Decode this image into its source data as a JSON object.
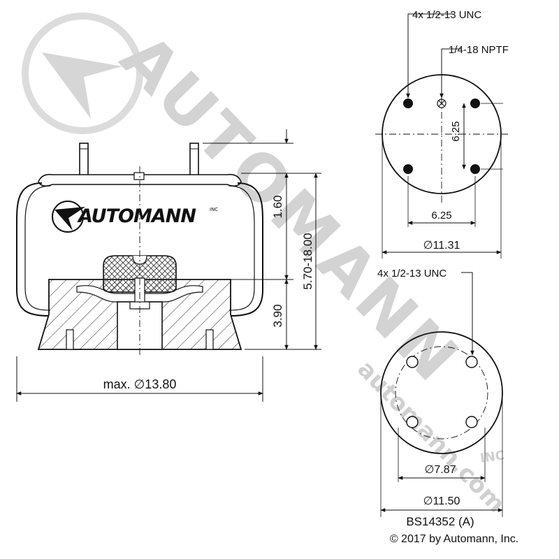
{
  "watermark": {
    "brand": "AUTOMANN",
    "url": "automann.com",
    "suffix": "INC",
    "color": "#d0d0d0"
  },
  "logo": {
    "text": "AUTOMANN",
    "suffix": "INC"
  },
  "side_view": {
    "dim_top_height": "1.60",
    "dim_overall_height": "5.70-18.00",
    "dim_piston_height": "3.90",
    "dim_max_diameter": "max. ∅13.80"
  },
  "top_plate": {
    "thread_callout": "4x 1/2-13 UNC",
    "port_callout": "1/4-18 NPTF",
    "dim_vertical_spacing": "6.25",
    "dim_horizontal_spacing": "6.25",
    "dim_diameter": "∅11.31"
  },
  "bottom_plate": {
    "thread_callout": "4x 1/2-13 UNC",
    "dim_bolt_circle": "∅7.87",
    "dim_diameter": "∅11.50"
  },
  "part_number": "BS14352 (A)",
  "copyright": "© 2017 by Automann, Inc.",
  "colors": {
    "line": "#111111",
    "watermark": "#d0d0d0"
  }
}
